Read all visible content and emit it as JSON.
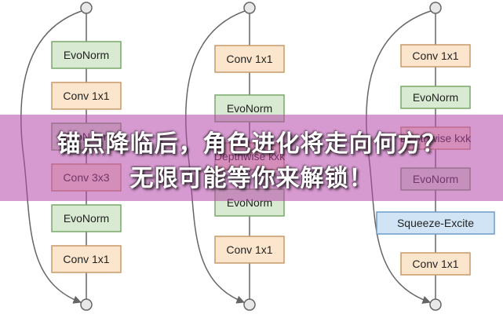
{
  "colors": {
    "green_fill": "#d9ead3",
    "green_stroke": "#7aa86a",
    "orange_fill": "#fce5cd",
    "orange_stroke": "#c89a6a",
    "blue_fill": "#d0e4f5",
    "blue_stroke": "#6f9bc6",
    "line": "#666666",
    "node_fill": "#e8e8e8",
    "banner": "#b446aa"
  },
  "columns": [
    {
      "name": "block-a",
      "boxes": [
        {
          "label": "EvoNorm",
          "kind": "green"
        },
        {
          "label": "Conv 1x1",
          "kind": "orange"
        },
        {
          "label": "EvoNorm",
          "kind": "green"
        },
        {
          "label": "Conv 3x3",
          "kind": "orange"
        },
        {
          "label": "EvoNorm",
          "kind": "green"
        },
        {
          "label": "Conv 1x1",
          "kind": "orange"
        }
      ]
    },
    {
      "name": "block-b",
      "boxes": [
        {
          "label": "Conv 1x1",
          "kind": "orange"
        },
        {
          "label": "EvoNorm",
          "kind": "green"
        },
        {
          "label": "Depthwise kxk",
          "kind": "orange"
        },
        {
          "label": "EvoNorm",
          "kind": "green"
        },
        {
          "label": "Conv 1x1",
          "kind": "orange"
        }
      ]
    },
    {
      "name": "block-c",
      "boxes": [
        {
          "label": "Conv 1x1",
          "kind": "orange"
        },
        {
          "label": "EvoNorm",
          "kind": "green"
        },
        {
          "label": "Depthwise kxk",
          "kind": "orange"
        },
        {
          "label": "EvoNorm",
          "kind": "green"
        },
        {
          "label": "Squeeze-Excite",
          "kind": "blue"
        },
        {
          "label": "Conv 1x1",
          "kind": "orange"
        }
      ]
    }
  ],
  "banner": {
    "line1": "锚点降临后，角色进化将走向何方？",
    "line2": "无限可能等你来解锁！"
  }
}
